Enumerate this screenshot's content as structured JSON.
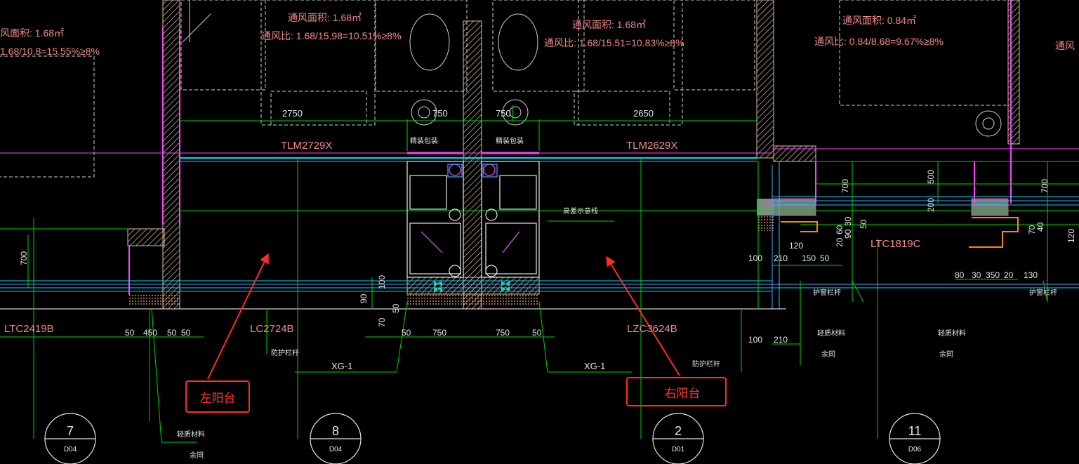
{
  "colors": {
    "background": "#000000",
    "wall_hatch": "#d9c0a0",
    "dimension": "#00d400",
    "axis": "#00d400",
    "glazing": "#00d8ff",
    "purple": "#ff40ff",
    "annotation_red": "#ff2d20",
    "text_pink": "#f08a8a"
  },
  "vent": {
    "area_1": "风面积: 1.68㎡",
    "ratio_1": "1.68/10.8=15.55%≥8%",
    "area_2": "通风面积: 1.68㎡",
    "ratio_2": "通风比: 1.68/15.98=10.51%≥8%",
    "area_3": "通风面积: 1.68㎡",
    "ratio_3": "通风比: 1.68/15.51=10.83%≥8%",
    "area_4": "通风面积: 0.84㎡",
    "ratio_4": "通风比: 0.84/8.68=9.67%≥8%",
    "area_5": "通风"
  },
  "window_codes": {
    "tlm2729x": "TLM2729X",
    "tlm2629x": "TLM2629X",
    "ltc2419b": "LTC2419B",
    "lc2724b": "LC2724B",
    "lzc3624b": "LZC3624B",
    "ltc1819c": "LTC1819C"
  },
  "dims": {
    "d2750": "2750",
    "d750a": "750",
    "d750b": "750",
    "d2650": "2650",
    "d700a": "700",
    "d700b": "700",
    "d700c": "700",
    "d500": "500",
    "d200": "200",
    "d100a": "100",
    "d100b": "100",
    "d120": "120",
    "d150": "150",
    "d210a": "210",
    "d210b": "210",
    "d50a": "50",
    "b50a": "50",
    "b450": "450",
    "b50b": "50",
    "b50c": "50",
    "b50d": "50",
    "b750a": "750",
    "b750b": "750",
    "b50e": "50",
    "r80": "80",
    "r30": "30",
    "r350": "350",
    "r20": "20",
    "r130": "130",
    "v60": "60",
    "v20": "20",
    "v30": "30",
    "v90": "90",
    "v50": "50",
    "v70": "70",
    "v40": "40",
    "v120": "120",
    "l100": "100",
    "l90": "90",
    "l70": "70",
    "l50": "50"
  },
  "notes": {
    "fit_box_left": "精装包装",
    "fit_box_right": "精装包装",
    "height_diff": "高差示意线",
    "guard_left": "防护栏杆",
    "guard_right": "防护栏杆",
    "guard_win_1": "护窗栏杆",
    "guard_win_2": "护窗栏杆",
    "light_mat_1": "轻质材料",
    "light_mat_2": "轻质材料",
    "light_mat_3": "轻质材料",
    "same_1": "余同",
    "same_2": "余同",
    "same_3": "余同",
    "xg_left": "XG-1",
    "xg_right": "XG-1"
  },
  "details": [
    {
      "num": "7",
      "ref": "D04"
    },
    {
      "num": "8",
      "ref": "D04"
    },
    {
      "num": "2",
      "ref": "D01"
    },
    {
      "num": "11",
      "ref": "D06"
    }
  ],
  "callouts": {
    "left_balcony": "左阳台",
    "right_balcony": "右阳台"
  }
}
